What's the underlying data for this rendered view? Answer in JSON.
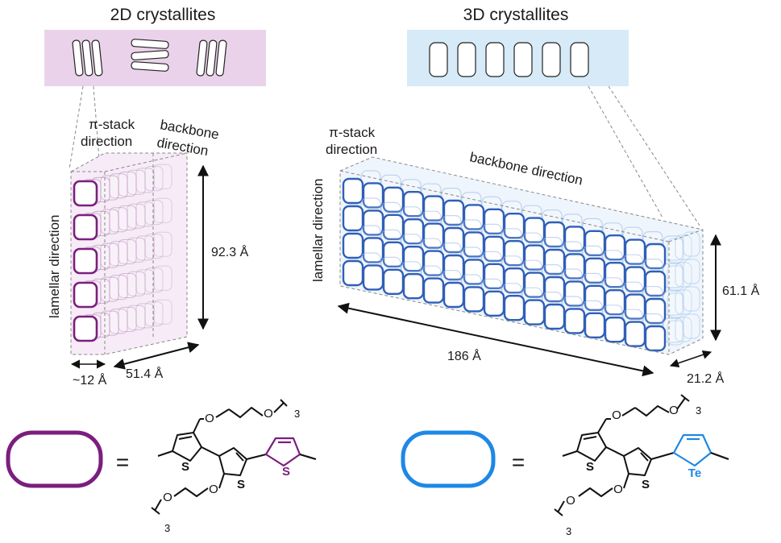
{
  "panels": {
    "left": {
      "title": "2D crystallites",
      "axis_pi": [
        "π-stack",
        "direction"
      ],
      "axis_backbone": [
        "backbone",
        "direction"
      ],
      "axis_lamellar": "lamellar direction",
      "dim_height": "92.3 Å",
      "dim_width": "~12 Å",
      "dim_depth": "51.4 Å"
    },
    "right": {
      "title": "3D crystallites",
      "axis_pi": [
        "π-stack",
        "direction"
      ],
      "axis_backbone": "backbone direction",
      "axis_lamellar": "lamellar direction",
      "dim_height": "61.1 Å",
      "dim_width": "186 Å",
      "dim_depth": "21.2 Å"
    }
  },
  "legend": {
    "equals": "=",
    "left": {
      "oxygen_top": "O",
      "oxygen_bottom": "O",
      "sulfur": "S",
      "heteroatom": "S",
      "subscript": "3"
    },
    "right": {
      "oxygen_top": "O",
      "oxygen_bottom": "O",
      "sulfur": "S",
      "heteroatom": "Te",
      "subscript": "3"
    }
  },
  "colors": {
    "purple": "#7b1e7e",
    "purple_light": "#ead3ea",
    "blue": "#1e88e5",
    "blue_dark": "#2f5fb8",
    "blue_light": "#d6eaf8"
  }
}
